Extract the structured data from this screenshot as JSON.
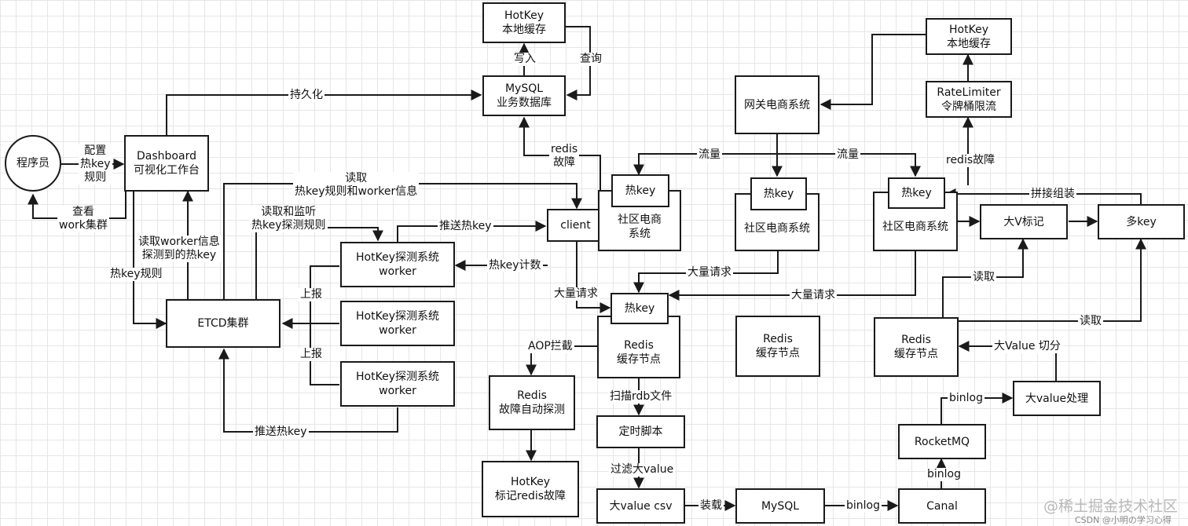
{
  "nodes": {
    "programmer": "程序员",
    "dashboard": [
      "Dashboard",
      "可视化工作台"
    ],
    "etcd": "ETCD集群",
    "hotkey_cache_top": [
      "HotKey",
      "本地缓存"
    ],
    "mysql_business": [
      "MySQL",
      "业务数据库"
    ],
    "client": "client",
    "worker1": [
      "HotKey探测系统",
      "worker"
    ],
    "worker2": [
      "HotKey探测系统",
      "worker"
    ],
    "worker3": [
      "HotKey探测系统",
      "worker"
    ],
    "community1": [
      "社区电商",
      "系统"
    ],
    "hotkey_c1": "热key",
    "gateway": "网关电商系统",
    "community2": "社区电商系统",
    "hotkey_c2": "热key",
    "community3": "社区电商系统",
    "hotkey_c3": "热key",
    "hotkey_cache_right": [
      "HotKey",
      "本地缓存"
    ],
    "ratelimiter": [
      "RateLimiter",
      "令牌桶限流"
    ],
    "bigv": "大V标记",
    "multikey": "多key",
    "hotkey_redis": "热key",
    "redis_main": [
      "Redis",
      "缓存节点"
    ],
    "redis_mid": [
      "Redis",
      "缓存节点"
    ],
    "redis_right": [
      "Redis",
      "缓存节点"
    ],
    "redis_detect": [
      "Redis",
      "故障自动探测"
    ],
    "hotkey_mark": [
      "HotKey",
      "标记redis故障"
    ],
    "cron_script": "定时脚本",
    "bigvalue_csv": "大value csv",
    "mysql_bottom": "MySQL",
    "canal": "Canal",
    "rocketmq": "RocketMQ",
    "bigvalue_proc": "大value处理"
  },
  "labels": {
    "config": [
      "配置",
      "热key",
      "规则"
    ],
    "view": [
      "查看",
      "work集群"
    ],
    "persist": "持久化",
    "write": "写入",
    "query": "查询",
    "redis_fault": [
      "redis",
      "故障"
    ],
    "read_rules": [
      "读取",
      "热key规则和worker信息"
    ],
    "read_listen": [
      "读取和监听",
      "热key探测规则"
    ],
    "push_hotkey": "推送热key",
    "read_worker": [
      "读取worker信息",
      "探测到的热key"
    ],
    "hotkey_rules": "热key规则",
    "report1": "上报",
    "report2": "上报",
    "hotkey_count": "热key计数",
    "push_hotkey_bottom": "推送热key",
    "massive_req1": "大量请求",
    "traffic1": "流量",
    "traffic2": "流量",
    "redis_fault2": "redis故障",
    "massive_req2": "大量请求",
    "massive_req3": "大量请求",
    "splice": "拼接组装",
    "read1": "读取",
    "read2": "读取",
    "bigvalue_split": "大Value 切分",
    "binlog1": "binlog",
    "binlog2": "binlog",
    "binlog3": "binlog",
    "aop": "AOP拦截",
    "scan_rdb": "扫描rdb文件",
    "filter": "过滤大value",
    "load": "装载"
  },
  "watermark": {
    "main": "@稀土掘金技术社区",
    "sub": "CSDN @小明の学习心得"
  }
}
